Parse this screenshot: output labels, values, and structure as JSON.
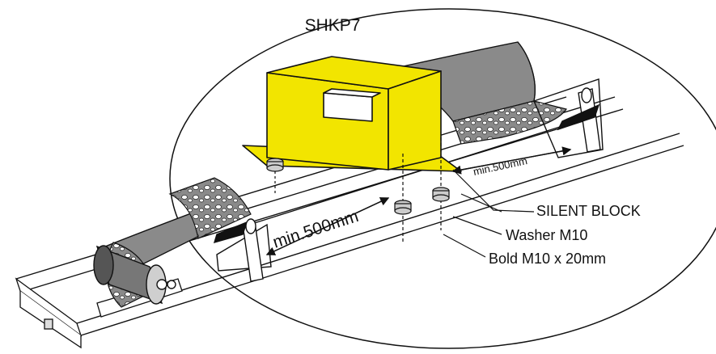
{
  "diagram": {
    "product_label": "SHKP7",
    "dimension_main": "min.500mm",
    "dimension_small": "min.500mm",
    "callouts": [
      {
        "id": "silent-block",
        "text": "SILENT BLOCK"
      },
      {
        "id": "washer",
        "text": "Washer  M10"
      },
      {
        "id": "bolt",
        "text": "Bold M10 x 20mm"
      }
    ]
  },
  "colors": {
    "housing_yellow": "#f2e500",
    "belt_grey": "#8a8a8a",
    "outline": "#111111",
    "background": "#ffffff"
  }
}
